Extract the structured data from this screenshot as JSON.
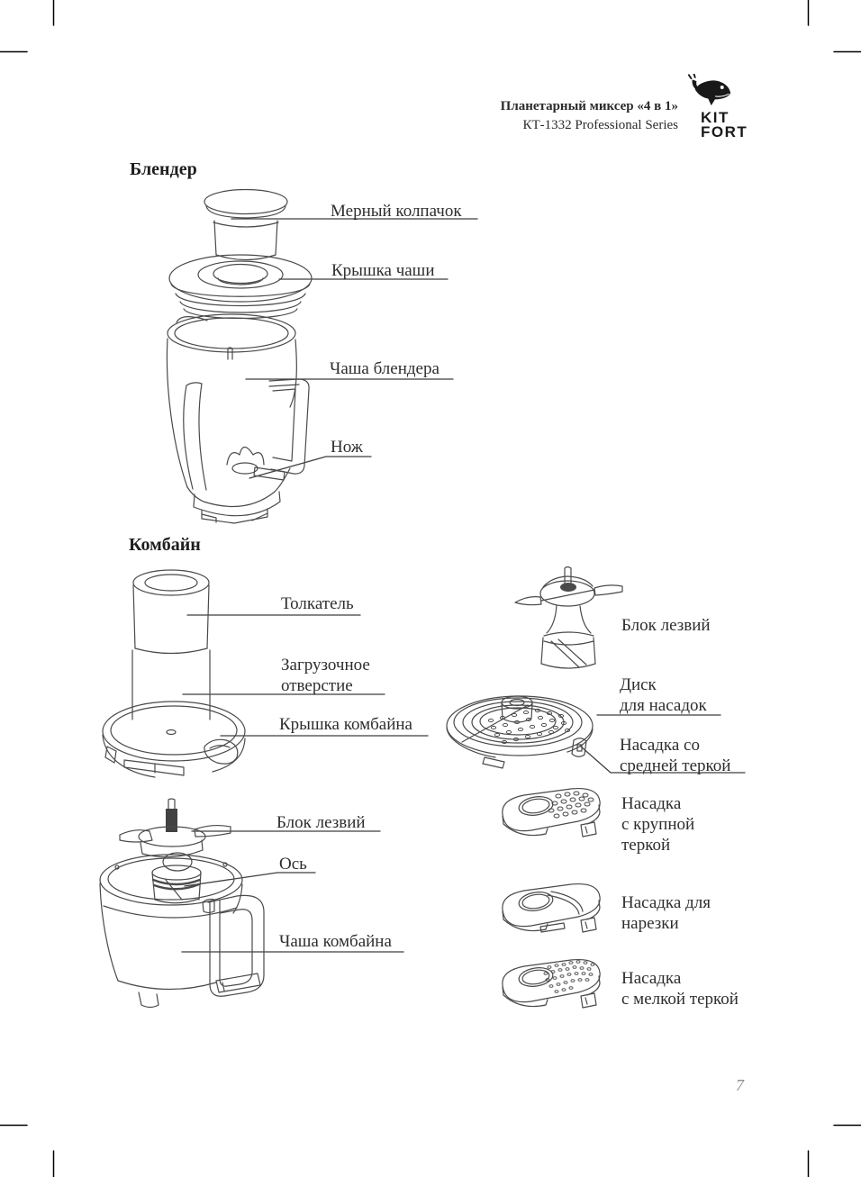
{
  "header": {
    "product_title": "Планетарный миксер «4 в 1»",
    "product_subtitle": "КТ-1332 Professional Series",
    "logo": {
      "icon": "kitfort-whale-plug-icon",
      "brand_line1": "KIT",
      "brand_line2": "FORT"
    }
  },
  "sections": {
    "blender": {
      "heading": "Блендер",
      "labels": {
        "measuring_cup": "Мерный колпачок",
        "bowl_lid": "Крышка чаши",
        "blender_bowl": "Чаша блендера",
        "knife": "Нож"
      }
    },
    "food_processor": {
      "heading": "Комбайн",
      "labels": {
        "pusher": "Толкатель",
        "feed_opening": "Загрузочное\nотверстие",
        "processor_lid": "Крышка комбайна",
        "blade_block_upper": "Блок лезвий",
        "attachment_disc": "Диск\nдля насадок",
        "medium_grater": "Насадка со\nсредней теркой",
        "coarse_grater": "Насадка\nс крупной\nтеркой",
        "slicing_attachment": "Насадка для\nнарезки",
        "fine_grater": "Насадка\nс мелкой теркой",
        "blade_block_lower": "Блок лезвий",
        "axis": "Ось",
        "processor_bowl": "Чаша комбайна"
      }
    }
  },
  "footer": {
    "page_number": "7"
  }
}
